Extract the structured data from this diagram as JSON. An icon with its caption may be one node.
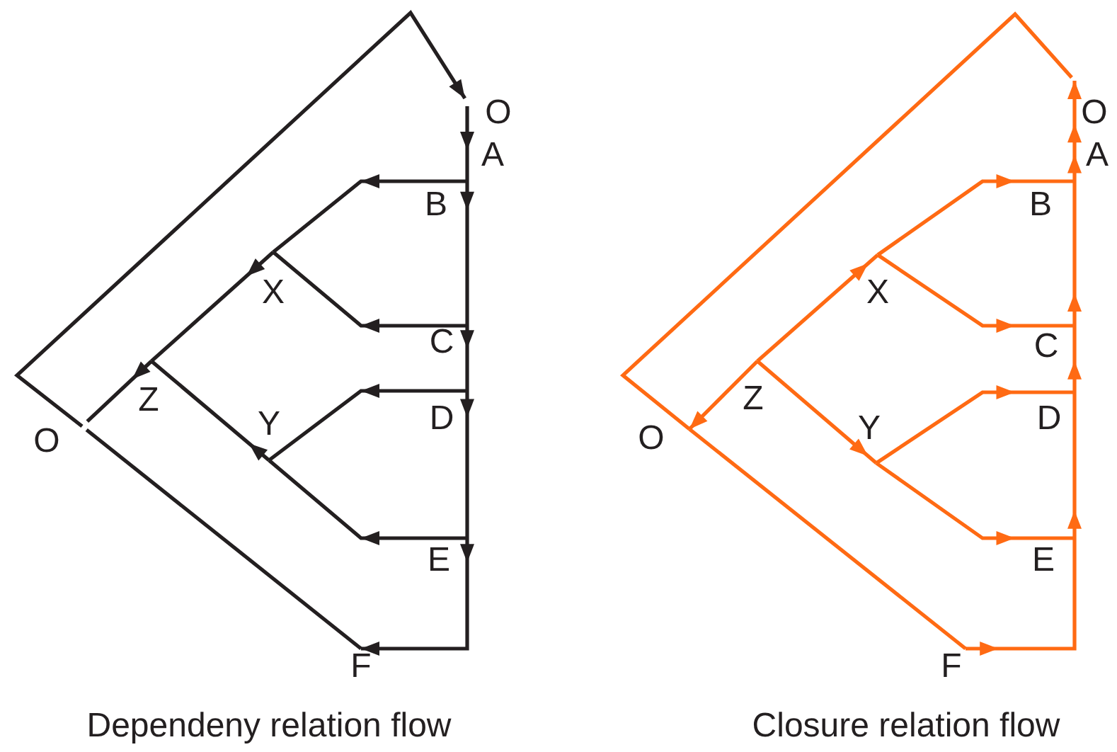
{
  "diagram": {
    "nodes": [
      {
        "text": [
          "O"
        ]
      },
      {
        "text": [
          "A"
        ]
      },
      {
        "text": [
          "B"
        ]
      },
      {
        "text": [
          "X"
        ]
      },
      {
        "text": [
          "C"
        ]
      },
      {
        "text": [
          "Z"
        ]
      },
      {
        "text": [
          "D"
        ]
      },
      {
        "text": [
          "Y"
        ]
      },
      {
        "text": [
          "O"
        ]
      },
      {
        "text": [
          "E"
        ]
      },
      {
        "text": [
          "F"
        ]
      },
      {
        "text": [
          "O"
        ]
      },
      {
        "text": [
          "A"
        ]
      },
      {
        "text": [
          "B"
        ]
      },
      {
        "text": [
          "X"
        ]
      },
      {
        "text": [
          "C"
        ]
      },
      {
        "text": [
          "Z"
        ]
      },
      {
        "text": [
          "D"
        ]
      },
      {
        "text": [
          "Y"
        ]
      },
      {
        "text": [
          "O"
        ]
      },
      {
        "text": [
          "E"
        ]
      },
      {
        "text": [
          "F"
        ]
      }
    ],
    "edges": [
      {
        "from": 8,
        "to": 0,
        "arrow": "to"
      },
      {
        "from": 0,
        "to": 1,
        "arrow": "to"
      },
      {
        "from": 1,
        "to": 2,
        "arrow": "none"
      },
      {
        "from": 2,
        "to": 4,
        "arrow": "to"
      },
      {
        "from": 4,
        "to": 6,
        "arrow": "to"
      },
      {
        "from": 6,
        "to": 9,
        "arrow": "to"
      },
      {
        "from": 9,
        "to": 10,
        "arrow": "to"
      },
      {
        "from": 2,
        "to": 3,
        "arrow": "to"
      },
      {
        "from": 4,
        "to": 3,
        "arrow": "to"
      },
      {
        "from": 3,
        "to": 5,
        "arrow": "to"
      },
      {
        "from": 6,
        "to": 7,
        "arrow": "to"
      },
      {
        "from": 9,
        "to": 7,
        "arrow": "to"
      },
      {
        "from": 7,
        "to": 5,
        "arrow": "to"
      },
      {
        "from": 5,
        "to": 8,
        "arrow": "to"
      },
      {
        "from": 8,
        "to": 10,
        "arrow": "none"
      },
      {
        "from": 19,
        "to": 11,
        "arrow": "none",
        "color": "#ff6a13"
      },
      {
        "from": 12,
        "to": 11,
        "arrow": "to",
        "color": "#ff6a13"
      },
      {
        "from": 13,
        "to": 12,
        "arrow": "to",
        "color": "#ff6a13"
      },
      {
        "from": 15,
        "to": 13,
        "arrow": "to",
        "color": "#ff6a13"
      },
      {
        "from": 17,
        "to": 15,
        "arrow": "to",
        "color": "#ff6a13"
      },
      {
        "from": 20,
        "to": 17,
        "arrow": "to",
        "color": "#ff6a13"
      },
      {
        "from": 21,
        "to": 20,
        "arrow": "to",
        "color": "#ff6a13"
      },
      {
        "from": 14,
        "to": 13,
        "arrow": "to",
        "color": "#ff6a13"
      },
      {
        "from": 14,
        "to": 15,
        "arrow": "to",
        "color": "#ff6a13"
      },
      {
        "from": 18,
        "to": 17,
        "arrow": "to",
        "color": "#ff6a13"
      },
      {
        "from": 18,
        "to": 20,
        "arrow": "to",
        "color": "#ff6a13"
      },
      {
        "from": 16,
        "to": 14,
        "arrow": "to",
        "color": "#ff6a13"
      },
      {
        "from": 16,
        "to": 18,
        "arrow": "to",
        "color": "#ff6a13"
      },
      {
        "from": 16,
        "to": 19,
        "arrow": "to",
        "color": "#ff6a13"
      },
      {
        "from": 19,
        "to": 21,
        "arrow": "none",
        "color": "#ff6a13"
      }
    ],
    "labels": [
      "Dependeny relation flow",
      "Closure relation flow"
    ]
  }
}
